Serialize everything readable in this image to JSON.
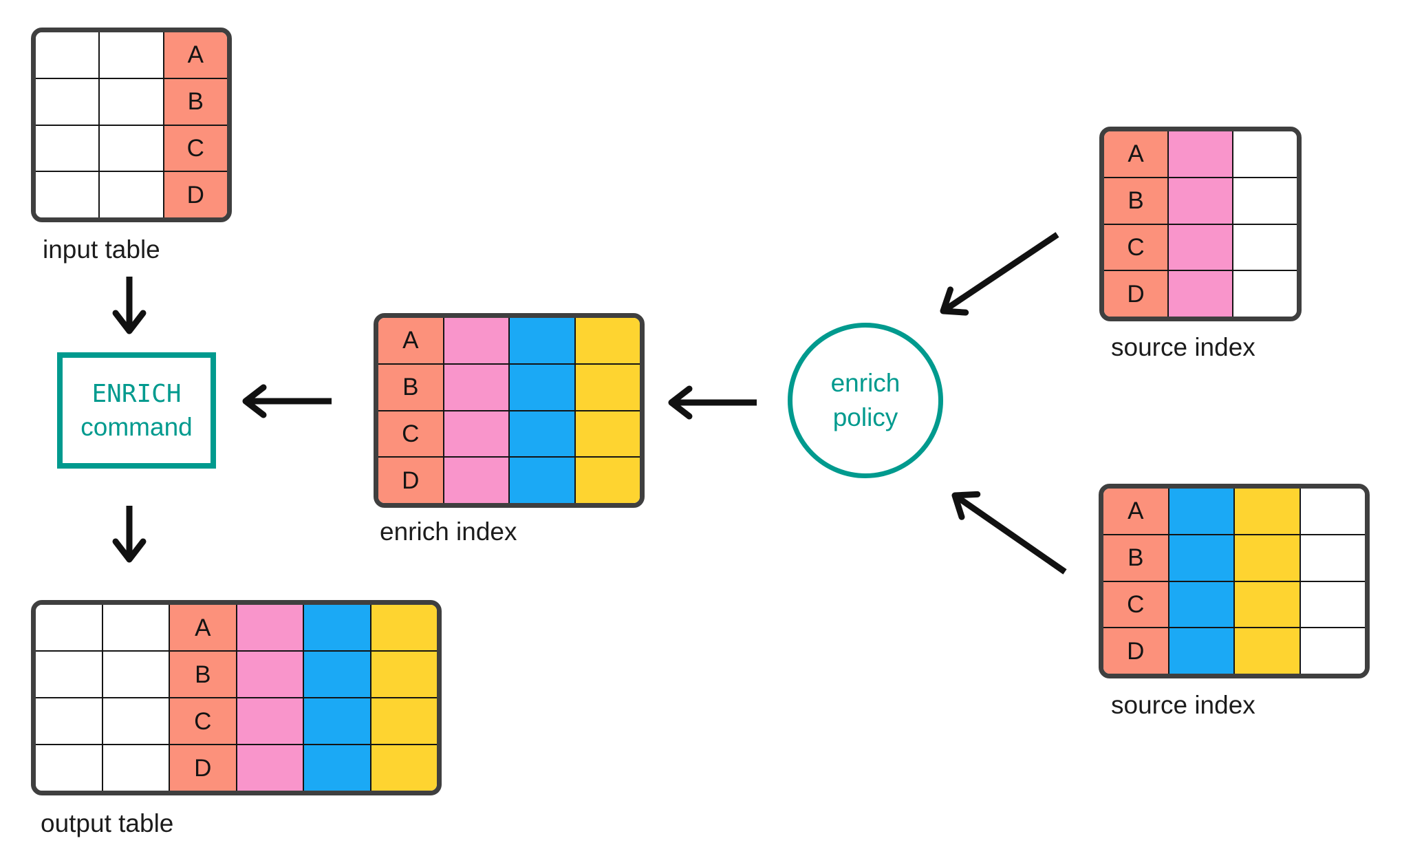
{
  "palette": {
    "salmon": "#FC917B",
    "pink": "#F995CB",
    "blue": "#1BA9F5",
    "yellow": "#FED430",
    "teal": "#009A8E",
    "table_border": "#3F3F3F",
    "grid_line": "#141414",
    "arrow": "#111111",
    "text": "#1C1C1C",
    "white": "#FFFFFF"
  },
  "letters": [
    "A",
    "B",
    "C",
    "D"
  ],
  "nodes": {
    "input_table": {
      "label": "input table",
      "rows": 4,
      "columns": [
        "plain",
        "plain",
        "key-salmon"
      ]
    },
    "enrich_command": {
      "title_line1": "ENRICH",
      "title_line2": "command"
    },
    "output_table": {
      "label": "output table",
      "rows": 4,
      "columns": [
        "plain",
        "plain",
        "key-salmon",
        "pink",
        "blue",
        "yellow"
      ]
    },
    "enrich_index": {
      "label": "enrich index",
      "rows": 4,
      "columns": [
        "key-salmon",
        "pink",
        "blue",
        "yellow"
      ]
    },
    "enrich_policy": {
      "title_line1": "enrich",
      "title_line2": "policy"
    },
    "source_index_top": {
      "label": "source index",
      "rows": 4,
      "columns": [
        "key-salmon",
        "pink",
        "plain"
      ]
    },
    "source_index_bottom": {
      "label": "source index",
      "rows": 4,
      "columns": [
        "key-salmon",
        "blue",
        "yellow",
        "plain"
      ]
    }
  },
  "arrows": [
    {
      "name": "input-table-to-enrich-command",
      "direction": "down"
    },
    {
      "name": "enrich-command-to-output-table",
      "direction": "down"
    },
    {
      "name": "enrich-index-to-enrich-command",
      "direction": "left"
    },
    {
      "name": "enrich-policy-to-enrich-index",
      "direction": "left"
    },
    {
      "name": "source-index-top-to-enrich-policy",
      "direction": "down-left"
    },
    {
      "name": "source-index-bottom-to-enrich-policy",
      "direction": "up-left"
    }
  ]
}
